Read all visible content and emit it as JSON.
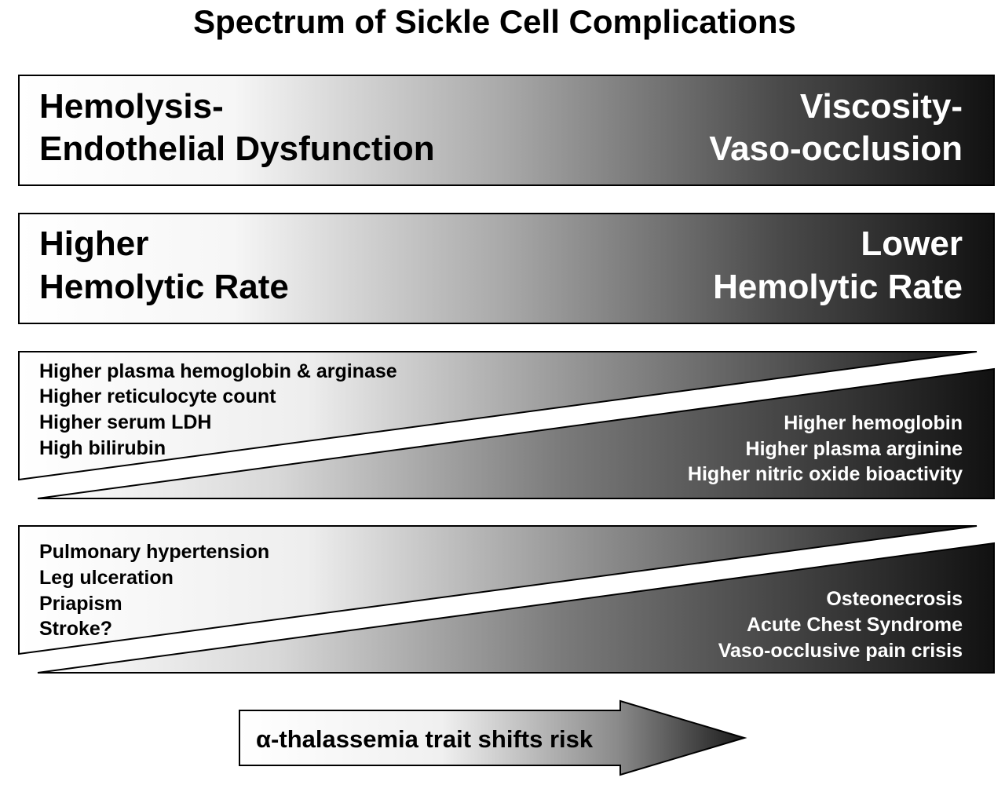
{
  "title": "Spectrum of Sickle Cell Complications",
  "bands": {
    "mechanism": {
      "left_lines": [
        "Hemolysis-",
        "Endothelial Dysfunction"
      ],
      "right_lines": [
        "Viscosity-",
        "Vaso-occlusion"
      ]
    },
    "hemolytic_rate": {
      "left_lines": [
        "Higher",
        "Hemolytic Rate"
      ],
      "right_lines": [
        "Lower",
        "Hemolytic Rate"
      ]
    },
    "lab_markers": {
      "left_lines": [
        "Higher plasma hemoglobin & arginase",
        "Higher reticulocyte count",
        "Higher serum  LDH",
        "High bilirubin"
      ],
      "right_lines": [
        "Higher hemoglobin",
        "Higher plasma arginine",
        "Higher nitric oxide bioactivity"
      ]
    },
    "complications": {
      "left_lines": [
        "Pulmonary hypertension",
        "Leg ulceration",
        "Priapism",
        "Stroke?"
      ],
      "right_lines": [
        "Osteonecrosis",
        "Acute Chest Syndrome",
        "Vaso-occlusive pain crisis"
      ]
    }
  },
  "arrow": {
    "label": "α-thalassemia trait shifts risk"
  },
  "colors": {
    "gradient_start": "#ffffff",
    "gradient_end": "#111111",
    "outline": "#000000"
  }
}
